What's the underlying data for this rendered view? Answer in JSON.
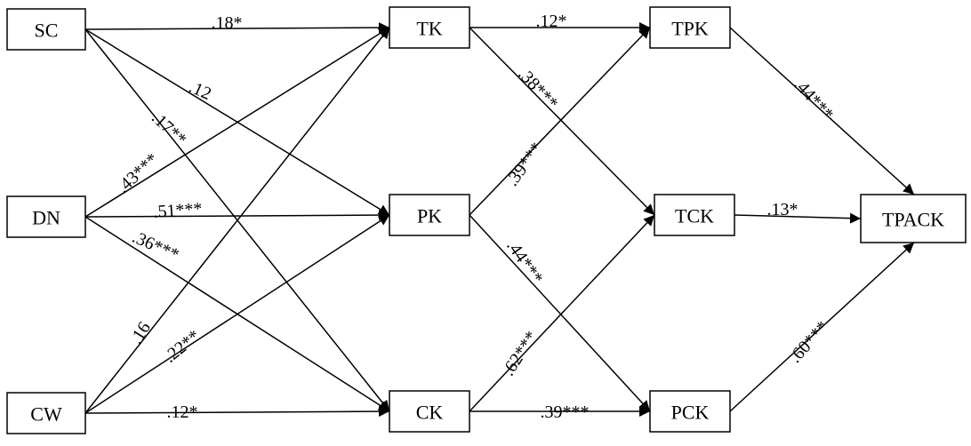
{
  "nodes": [
    {
      "id": "SC",
      "label": "SC"
    },
    {
      "id": "DN",
      "label": "DN"
    },
    {
      "id": "CW",
      "label": "CW"
    },
    {
      "id": "TK",
      "label": "TK"
    },
    {
      "id": "PK",
      "label": "PK"
    },
    {
      "id": "CK",
      "label": "CK"
    },
    {
      "id": "TPK",
      "label": "TPK"
    },
    {
      "id": "TCK",
      "label": "TCK"
    },
    {
      "id": "PCK",
      "label": "PCK"
    },
    {
      "id": "TPACK",
      "label": "TPACK"
    }
  ],
  "edges": [
    {
      "from": "SC",
      "to": "TK",
      "label": ".18*"
    },
    {
      "from": "SC",
      "to": "PK",
      "label": ".12"
    },
    {
      "from": "SC",
      "to": "CK",
      "label": ".17**"
    },
    {
      "from": "DN",
      "to": "TK",
      "label": ".43***"
    },
    {
      "from": "DN",
      "to": "PK",
      "label": ".51***"
    },
    {
      "from": "DN",
      "to": "CK",
      "label": ".36***"
    },
    {
      "from": "CW",
      "to": "TK",
      "label": ".16"
    },
    {
      "from": "CW",
      "to": "PK",
      "label": ".22**"
    },
    {
      "from": "CW",
      "to": "CK",
      "label": ".12*"
    },
    {
      "from": "TK",
      "to": "TPK",
      "label": ".12*"
    },
    {
      "from": "TK",
      "to": "TCK",
      "label": ".38***"
    },
    {
      "from": "PK",
      "to": "TPK",
      "label": ".39***"
    },
    {
      "from": "PK",
      "to": "PCK",
      "label": ".44***"
    },
    {
      "from": "CK",
      "to": "TCK",
      "label": ".62***"
    },
    {
      "from": "CK",
      "to": "PCK",
      "label": ".39***"
    },
    {
      "from": "TPK",
      "to": "TPACK",
      "label": ".44***"
    },
    {
      "from": "TCK",
      "to": "TPACK",
      "label": ".13*"
    },
    {
      "from": "PCK",
      "to": "TPACK",
      "label": ".60***"
    }
  ]
}
